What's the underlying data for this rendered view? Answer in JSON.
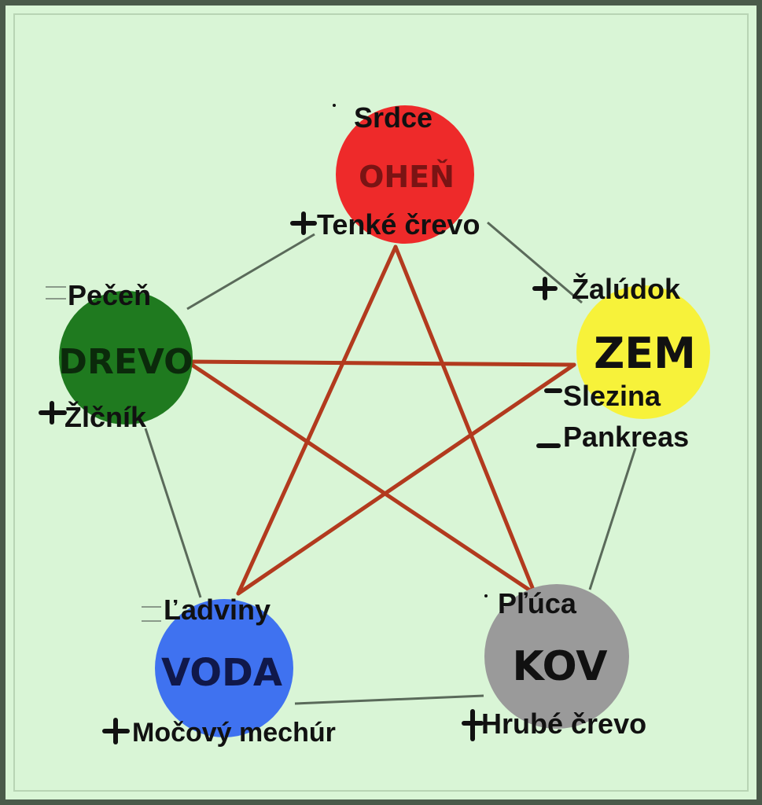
{
  "elements": {
    "fire": {
      "name": "OHEŇ",
      "color": "#ee2a2a",
      "text_color": "#7a1414"
    },
    "earth": {
      "name": "ZEM",
      "color": "#f7f23a",
      "text_color": "#111111"
    },
    "metal": {
      "name": "KOV",
      "color": "#9a9a9a",
      "text_color": "#111111"
    },
    "water": {
      "name": "VODA",
      "color": "#3f72f0",
      "text_color": "#10184a"
    },
    "wood": {
      "name": "DREVO",
      "color": "#1f7a1f",
      "text_color": "#0b2a0b"
    }
  },
  "organs": {
    "fire_yin": "Srdce",
    "fire_yang": "Tenké črevo",
    "earth_yang": "Žalúdok",
    "earth_yin": "Slezina",
    "earth_yin2": "Pankreas",
    "metal_yin": "Pľúca",
    "metal_yang": "Hrubé črevo",
    "water_yin": "Ľadviny",
    "water_yang": "Močový mechúr",
    "wood_yin": "Pečeň",
    "wood_yang": "Žlčník"
  },
  "colors": {
    "background": "#d9f5d6",
    "star_lines": "#b23a1e",
    "cycle_lines": "#5a6a5a"
  }
}
